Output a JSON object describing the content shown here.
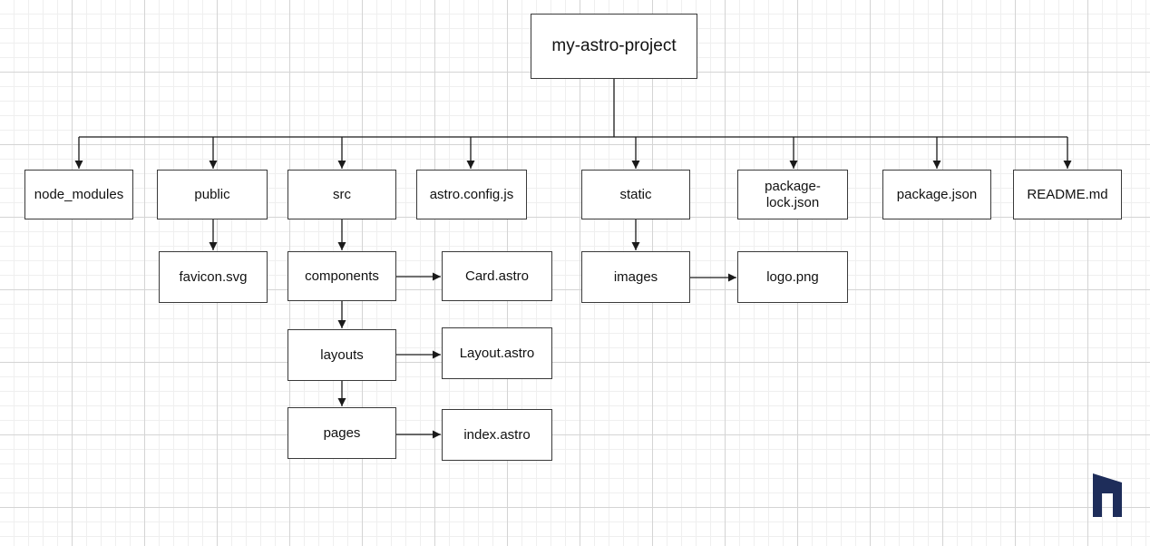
{
  "diagram": {
    "root": {
      "id": "root",
      "label": "my-astro-project"
    },
    "top_level": [
      {
        "id": "node_modules",
        "label": "node_modules"
      },
      {
        "id": "public",
        "label": "public"
      },
      {
        "id": "src",
        "label": "src"
      },
      {
        "id": "astro_config",
        "label": "astro.config.js"
      },
      {
        "id": "static",
        "label": "static"
      },
      {
        "id": "package_lock",
        "label": "package-\nlock.json"
      },
      {
        "id": "package_json",
        "label": "package.json"
      },
      {
        "id": "readme",
        "label": "README.md"
      }
    ],
    "children": [
      {
        "id": "favicon",
        "label": "favicon.svg"
      },
      {
        "id": "components",
        "label": "components"
      },
      {
        "id": "card",
        "label": "Card.astro"
      },
      {
        "id": "layouts",
        "label": "layouts"
      },
      {
        "id": "layout_astro",
        "label": "Layout.astro"
      },
      {
        "id": "pages",
        "label": "pages"
      },
      {
        "id": "index_astro",
        "label": "index.astro"
      },
      {
        "id": "images",
        "label": "images"
      },
      {
        "id": "logo_png",
        "label": "logo.png"
      }
    ],
    "edges": [
      [
        "root",
        "node_modules"
      ],
      [
        "root",
        "public"
      ],
      [
        "root",
        "src"
      ],
      [
        "root",
        "astro_config"
      ],
      [
        "root",
        "static"
      ],
      [
        "root",
        "package_lock"
      ],
      [
        "root",
        "package_json"
      ],
      [
        "root",
        "readme"
      ],
      [
        "public",
        "favicon"
      ],
      [
        "src",
        "components"
      ],
      [
        "components",
        "card"
      ],
      [
        "components",
        "layouts"
      ],
      [
        "layouts",
        "layout_astro"
      ],
      [
        "layouts",
        "pages"
      ],
      [
        "pages",
        "index_astro"
      ],
      [
        "static",
        "images"
      ],
      [
        "images",
        "logo_png"
      ]
    ]
  },
  "colors": {
    "line": "#1a1a1a",
    "border": "#3a3a3a",
    "logo": "#1e2d5a"
  },
  "logo": {
    "icon": "tower-logo-icon"
  }
}
